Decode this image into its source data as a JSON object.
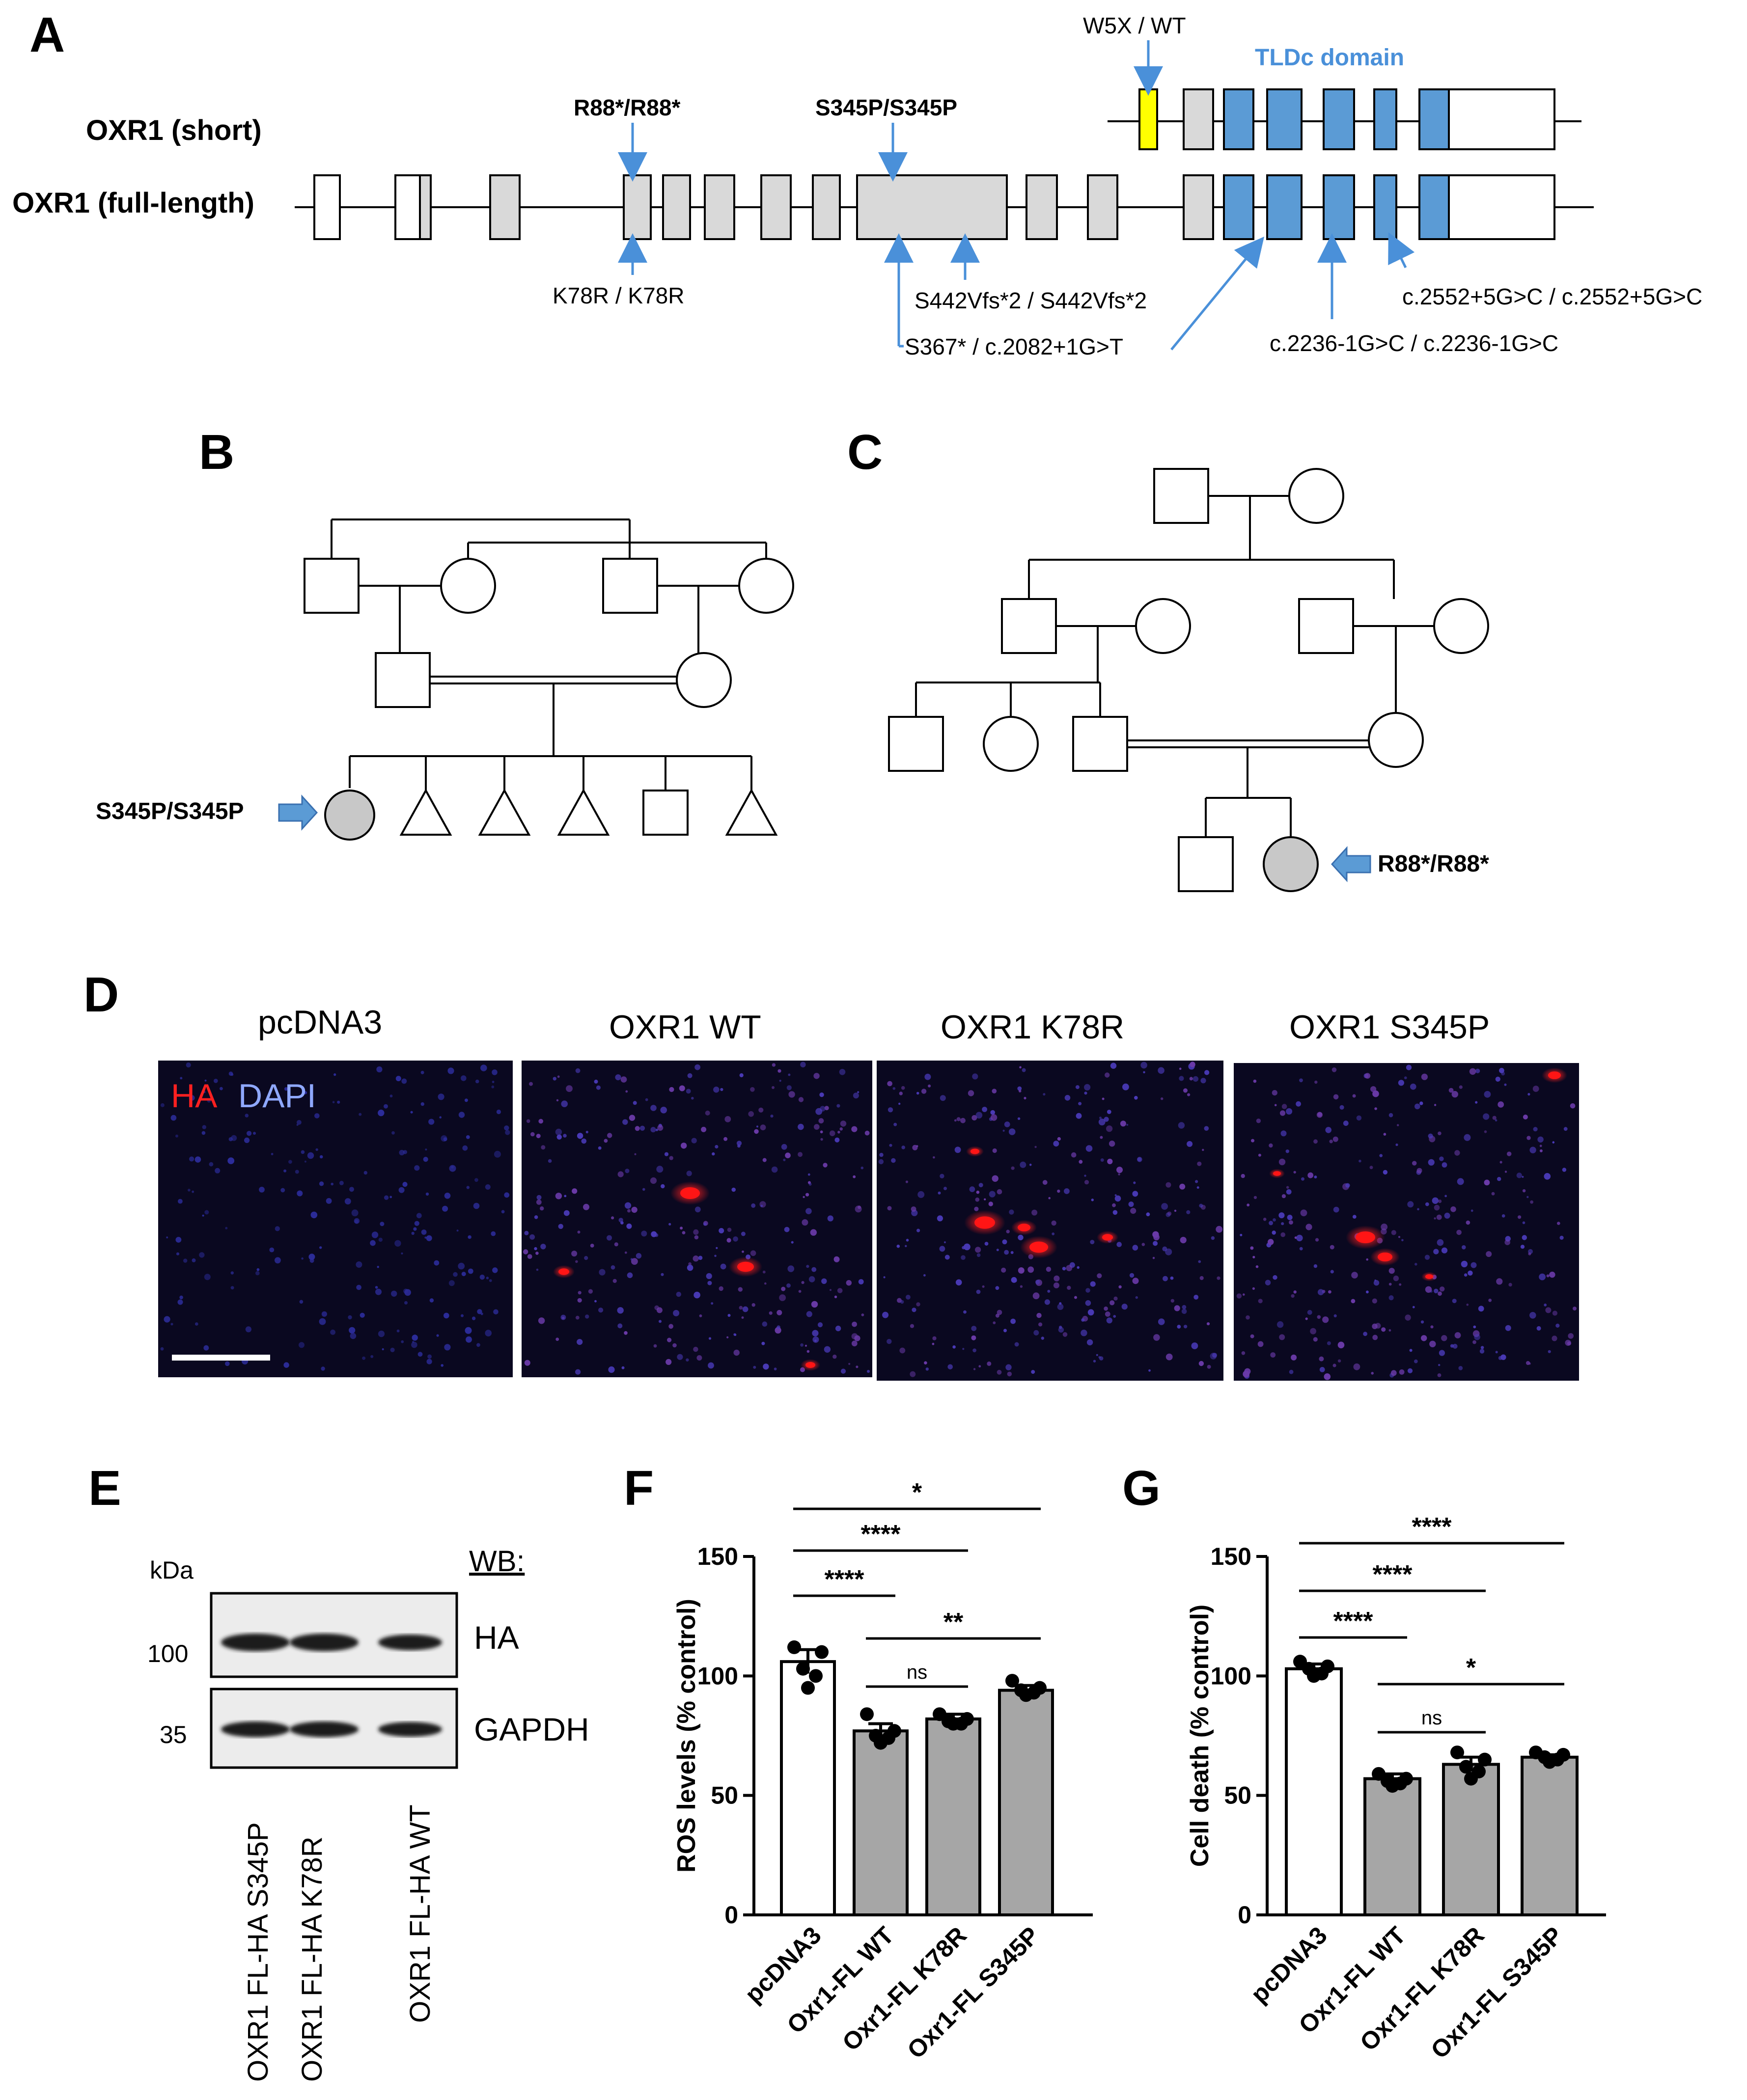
{
  "panels": {
    "a": "A",
    "b": "B",
    "c": "C",
    "d": "D",
    "e": "E",
    "f": "F",
    "g": "G"
  },
  "panel_a": {
    "short_label": "OXR1 (short)",
    "full_label": "OXR1 (full-length)",
    "domain_label": "TLDc domain",
    "variants": {
      "w5x": "W5X / WT",
      "r88": "R88*/R88*",
      "s345p": "S345P/S345P",
      "k78r": "K78R / K78R",
      "s442": "S442Vfs*2 / S442Vfs*2",
      "s367": "S367* / c.2082+1G>T",
      "c2236": "c.2236-1G>C / c.2236-1G>C",
      "c2552": "c.2552+5G>C / c.2552+5G>C"
    },
    "colors": {
      "tldc": "#5b9bd5",
      "exon": "#d9d9d9",
      "w5x": "#ffff00"
    }
  },
  "panel_b": {
    "proband_label": "S345P/S345P"
  },
  "panel_c": {
    "proband_label": "R88*/R88*"
  },
  "panel_d": {
    "titles": [
      "pcDNA3",
      "OXR1 WT",
      "OXR1 K78R",
      "OXR1 S345P"
    ],
    "legend_ha": "HA",
    "legend_dapi": "DAPI"
  },
  "panel_e": {
    "kda": "kDa",
    "wb": "WB:",
    "markers": [
      "100",
      "35"
    ],
    "bands": [
      "HA",
      "GAPDH"
    ],
    "lanes": [
      "OXR1 FL-HA S345P",
      "OXR1 FL-HA K78R",
      "OXR1 FL-HA WT"
    ]
  },
  "chart_data": [
    {
      "type": "bar",
      "panel": "F",
      "ylabel": "ROS levels (% control)",
      "ylim": [
        0,
        150
      ],
      "yticks": [
        0,
        50,
        100,
        150
      ],
      "categories": [
        "pcDNA3",
        "Oxr1-FL WT",
        "Oxr1-FL K78R",
        "Oxr1-FL S345P"
      ],
      "values": [
        106,
        77,
        82,
        94
      ],
      "sem": [
        5,
        3,
        2,
        2
      ],
      "points": [
        [
          112,
          110,
          103,
          100,
          95
        ],
        [
          84,
          77,
          75,
          74,
          72
        ],
        [
          84,
          82,
          81,
          80,
          80
        ],
        [
          98,
          95,
          94,
          93,
          92
        ]
      ],
      "bar_colors": [
        "#ffffff",
        "#a6a6a6",
        "#a6a6a6",
        "#a6a6a6"
      ],
      "significance": [
        {
          "from": 0,
          "to": 3,
          "label": "*"
        },
        {
          "from": 0,
          "to": 2,
          "label": "****"
        },
        {
          "from": 0,
          "to": 1,
          "label": "****"
        },
        {
          "from": 1,
          "to": 3,
          "label": "**"
        },
        {
          "from": 1,
          "to": 2,
          "label": "ns"
        }
      ]
    },
    {
      "type": "bar",
      "panel": "G",
      "ylabel": "Cell death (% control)",
      "ylim": [
        0,
        150
      ],
      "yticks": [
        0,
        50,
        100,
        150
      ],
      "categories": [
        "pcDNA3",
        "Oxr1-FL WT",
        "Oxr1-FL K78R",
        "Oxr1-FL S345P"
      ],
      "values": [
        103,
        57,
        63,
        66
      ],
      "sem": [
        2,
        2,
        3,
        1
      ],
      "points": [
        [
          106,
          104,
          103,
          101,
          100
        ],
        [
          59,
          57,
          56,
          55,
          54
        ],
        [
          68,
          65,
          62,
          60,
          57
        ],
        [
          68,
          67,
          66,
          65,
          64
        ]
      ],
      "bar_colors": [
        "#ffffff",
        "#a6a6a6",
        "#a6a6a6",
        "#a6a6a6"
      ],
      "significance": [
        {
          "from": 0,
          "to": 3,
          "label": "****"
        },
        {
          "from": 0,
          "to": 2,
          "label": "****"
        },
        {
          "from": 0,
          "to": 1,
          "label": "****"
        },
        {
          "from": 1,
          "to": 3,
          "label": "*"
        },
        {
          "from": 1,
          "to": 2,
          "label": "ns"
        }
      ]
    }
  ]
}
